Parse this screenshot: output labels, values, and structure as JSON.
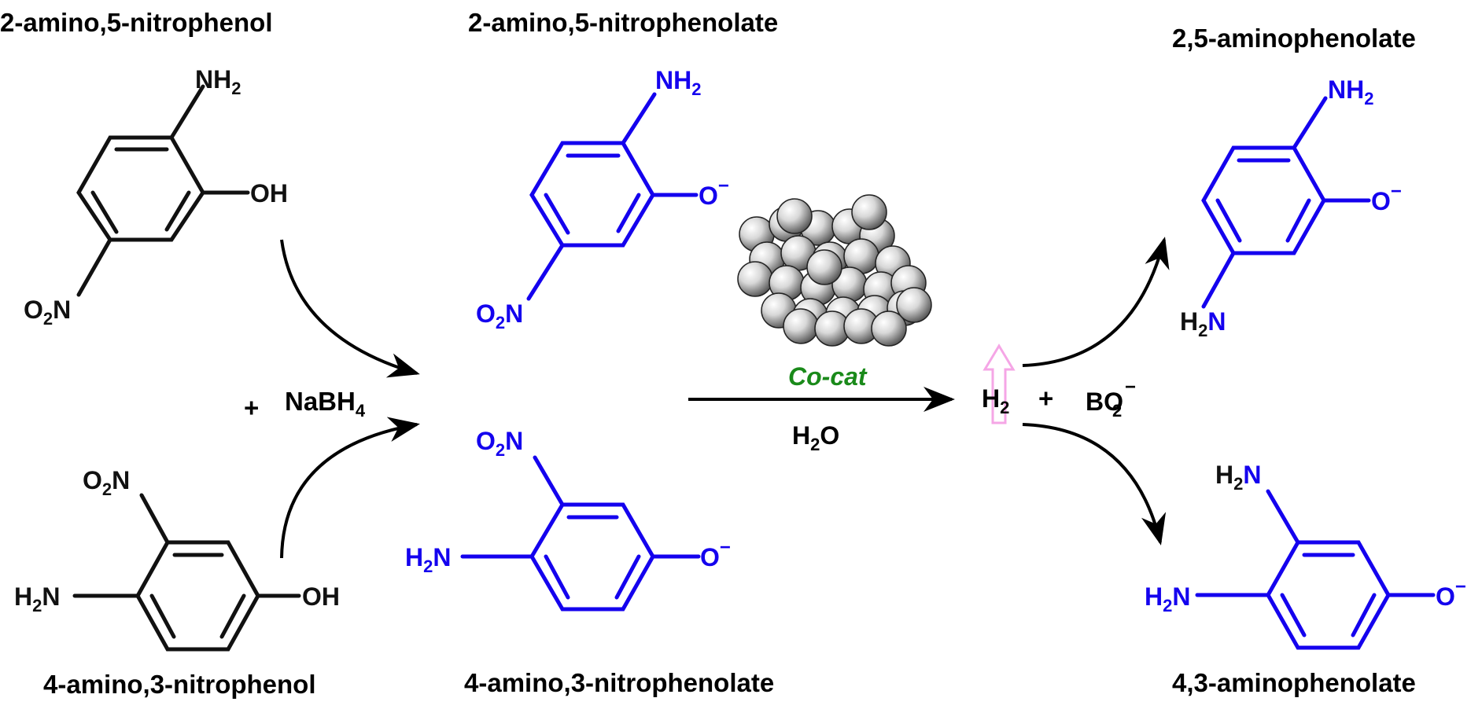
{
  "colors": {
    "reactant": "#111111",
    "intermediate": "#1400ee",
    "catalyst_label": "#1a8a1a",
    "h2_arrow": "#f5a6e6"
  },
  "compounds": {
    "c1_name": "2-amino,5-nitrophenol",
    "c2_name": "4-amino,3-nitrophenol",
    "c3_name": "2-amino,5-nitrophenolate",
    "c4_name": "4-amino,3-nitrophenolate",
    "c5_name": "2,5-aminophenolate",
    "c6_name": "4,3-aminophenolate"
  },
  "groups": {
    "nh2": "NH",
    "h2n": "H",
    "h2n_n": "N",
    "o2n_o": "O",
    "o2n_n": "N",
    "oh": "OH",
    "o_minus": "O",
    "minus": "−",
    "sub2": "2"
  },
  "reaction": {
    "plus": "+",
    "reagent": "NaBH",
    "reagent_sub": "4",
    "catalyst": "Co-cat",
    "solvent_h": "H",
    "solvent_sub": "2",
    "solvent_o": "O",
    "h2": "H",
    "h2_sub": "2",
    "byproduct": "BO",
    "byproduct_sub": "2",
    "byproduct_charge": "−"
  }
}
